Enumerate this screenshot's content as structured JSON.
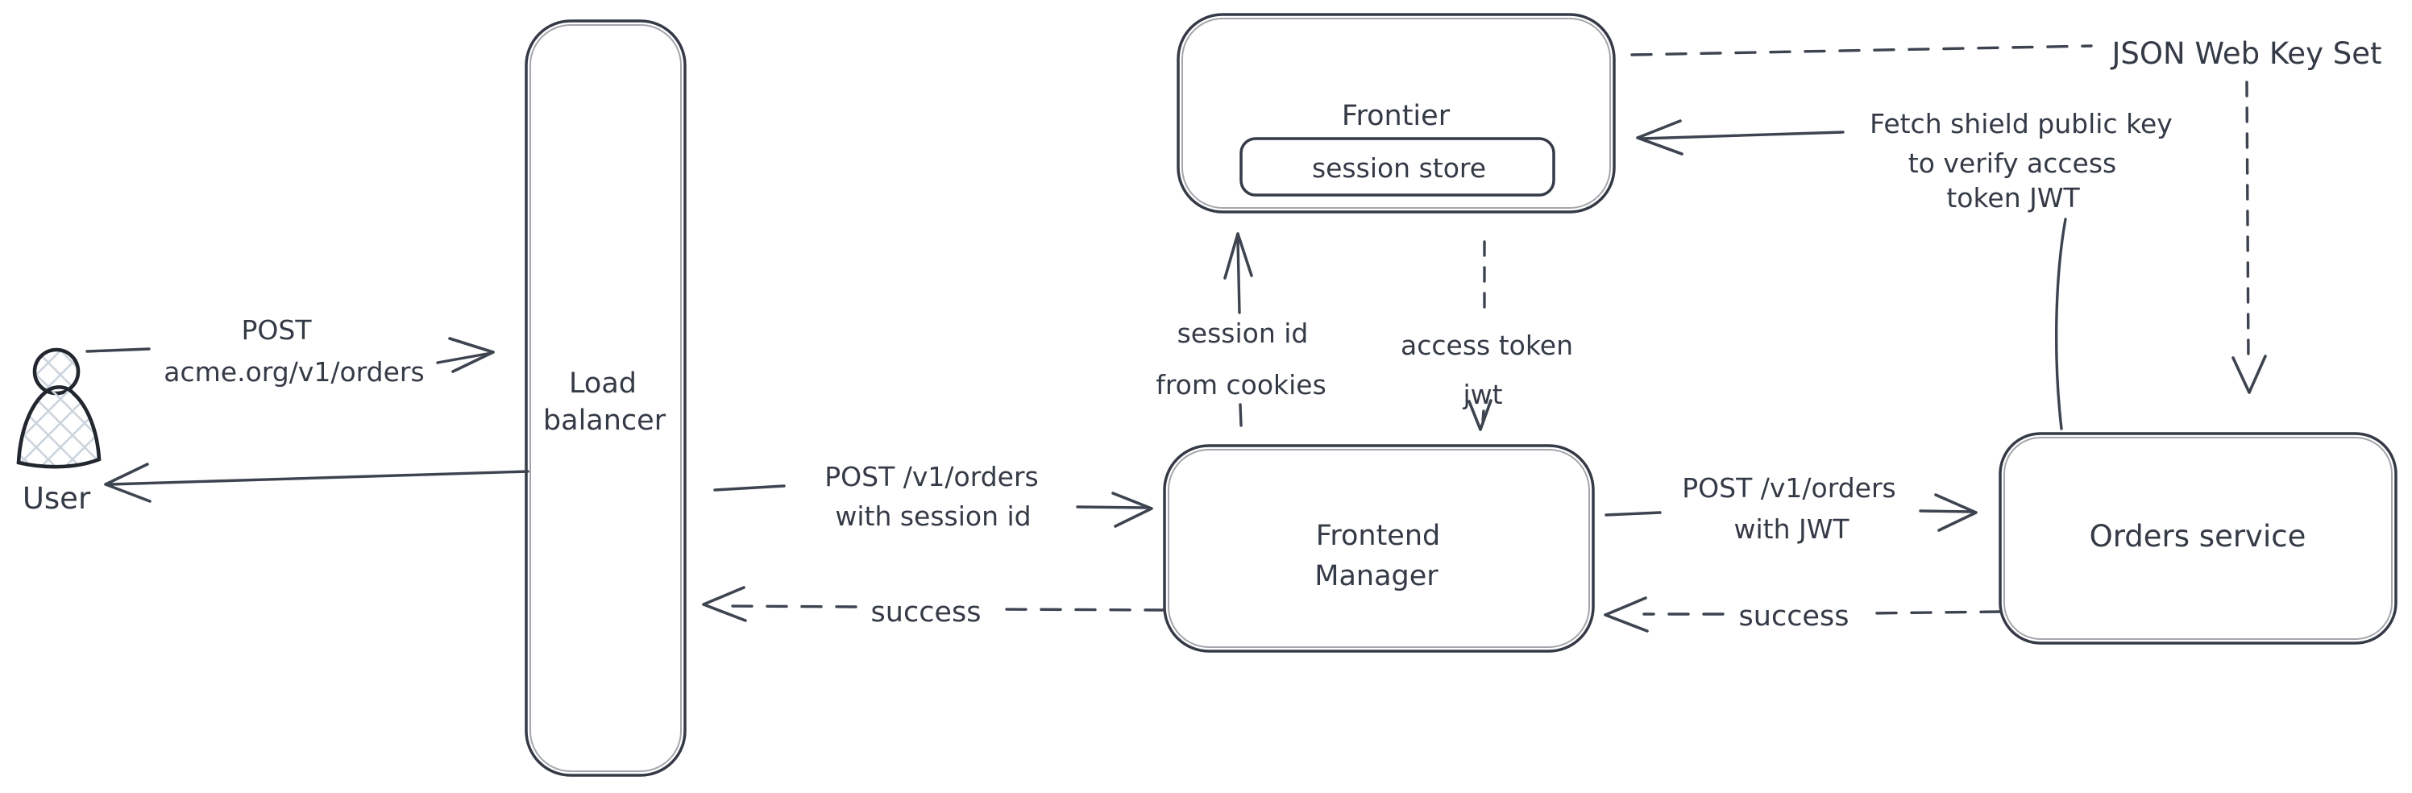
{
  "colors": {
    "stroke": "#343a46",
    "text": "#343a46",
    "background": "#ffffff",
    "hatch_fill": "#ccd5dd"
  },
  "nodes": {
    "user": {
      "label": "User"
    },
    "load_balancer": {
      "line1": "Load",
      "line2": "balancer"
    },
    "frontier": {
      "label": "Frontier",
      "session_store": "session store"
    },
    "frontend_manager": {
      "line1": "Frontend",
      "line2": "Manager"
    },
    "orders_service": {
      "label": "Orders service"
    }
  },
  "edges": {
    "user_to_lb": {
      "line1": "POST",
      "line2": "acme.org/v1/orders"
    },
    "lb_to_fm": {
      "line1": "POST /v1/orders",
      "line2": "with session id"
    },
    "fm_to_lb_success": {
      "label": "success"
    },
    "fm_to_frontier": {
      "line1": "session id",
      "line2": "from cookies"
    },
    "frontier_to_fm": {
      "line1": "access token",
      "line2": "jwt"
    },
    "fm_to_orders": {
      "line1": "POST /v1/orders",
      "line2": "with JWT"
    },
    "orders_to_fm_success": {
      "label": "success"
    },
    "orders_to_frontier": {
      "line1": "Fetch shield public key",
      "line2": "to verify access",
      "line3": "token JWT"
    },
    "jwks": {
      "label": "JSON Web Key Set"
    }
  }
}
